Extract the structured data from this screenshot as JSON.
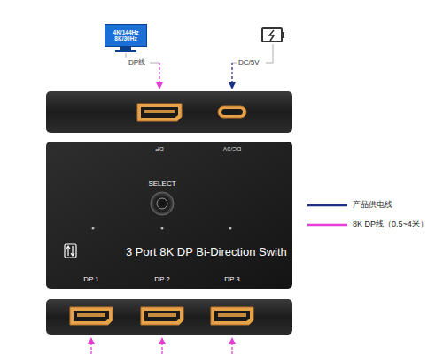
{
  "diagram": {
    "nodes": [
      {
        "text": [
          "4K/144Hz 8K/30Hz"
        ]
      },
      {
        "text": [
          "3 Port 8K DP Bi-Direction Swith"
        ]
      }
    ],
    "edges": [],
    "labels": [
      "DP线",
      "DC/5V",
      "DP",
      "DC/5V",
      "SELECT",
      "DP 1",
      "DP 2",
      "DP 3"
    ],
    "legend": [
      {
        "text": "产品供电线"
      },
      {
        "text": "8K DP线（0.5~4米）"
      }
    ]
  }
}
